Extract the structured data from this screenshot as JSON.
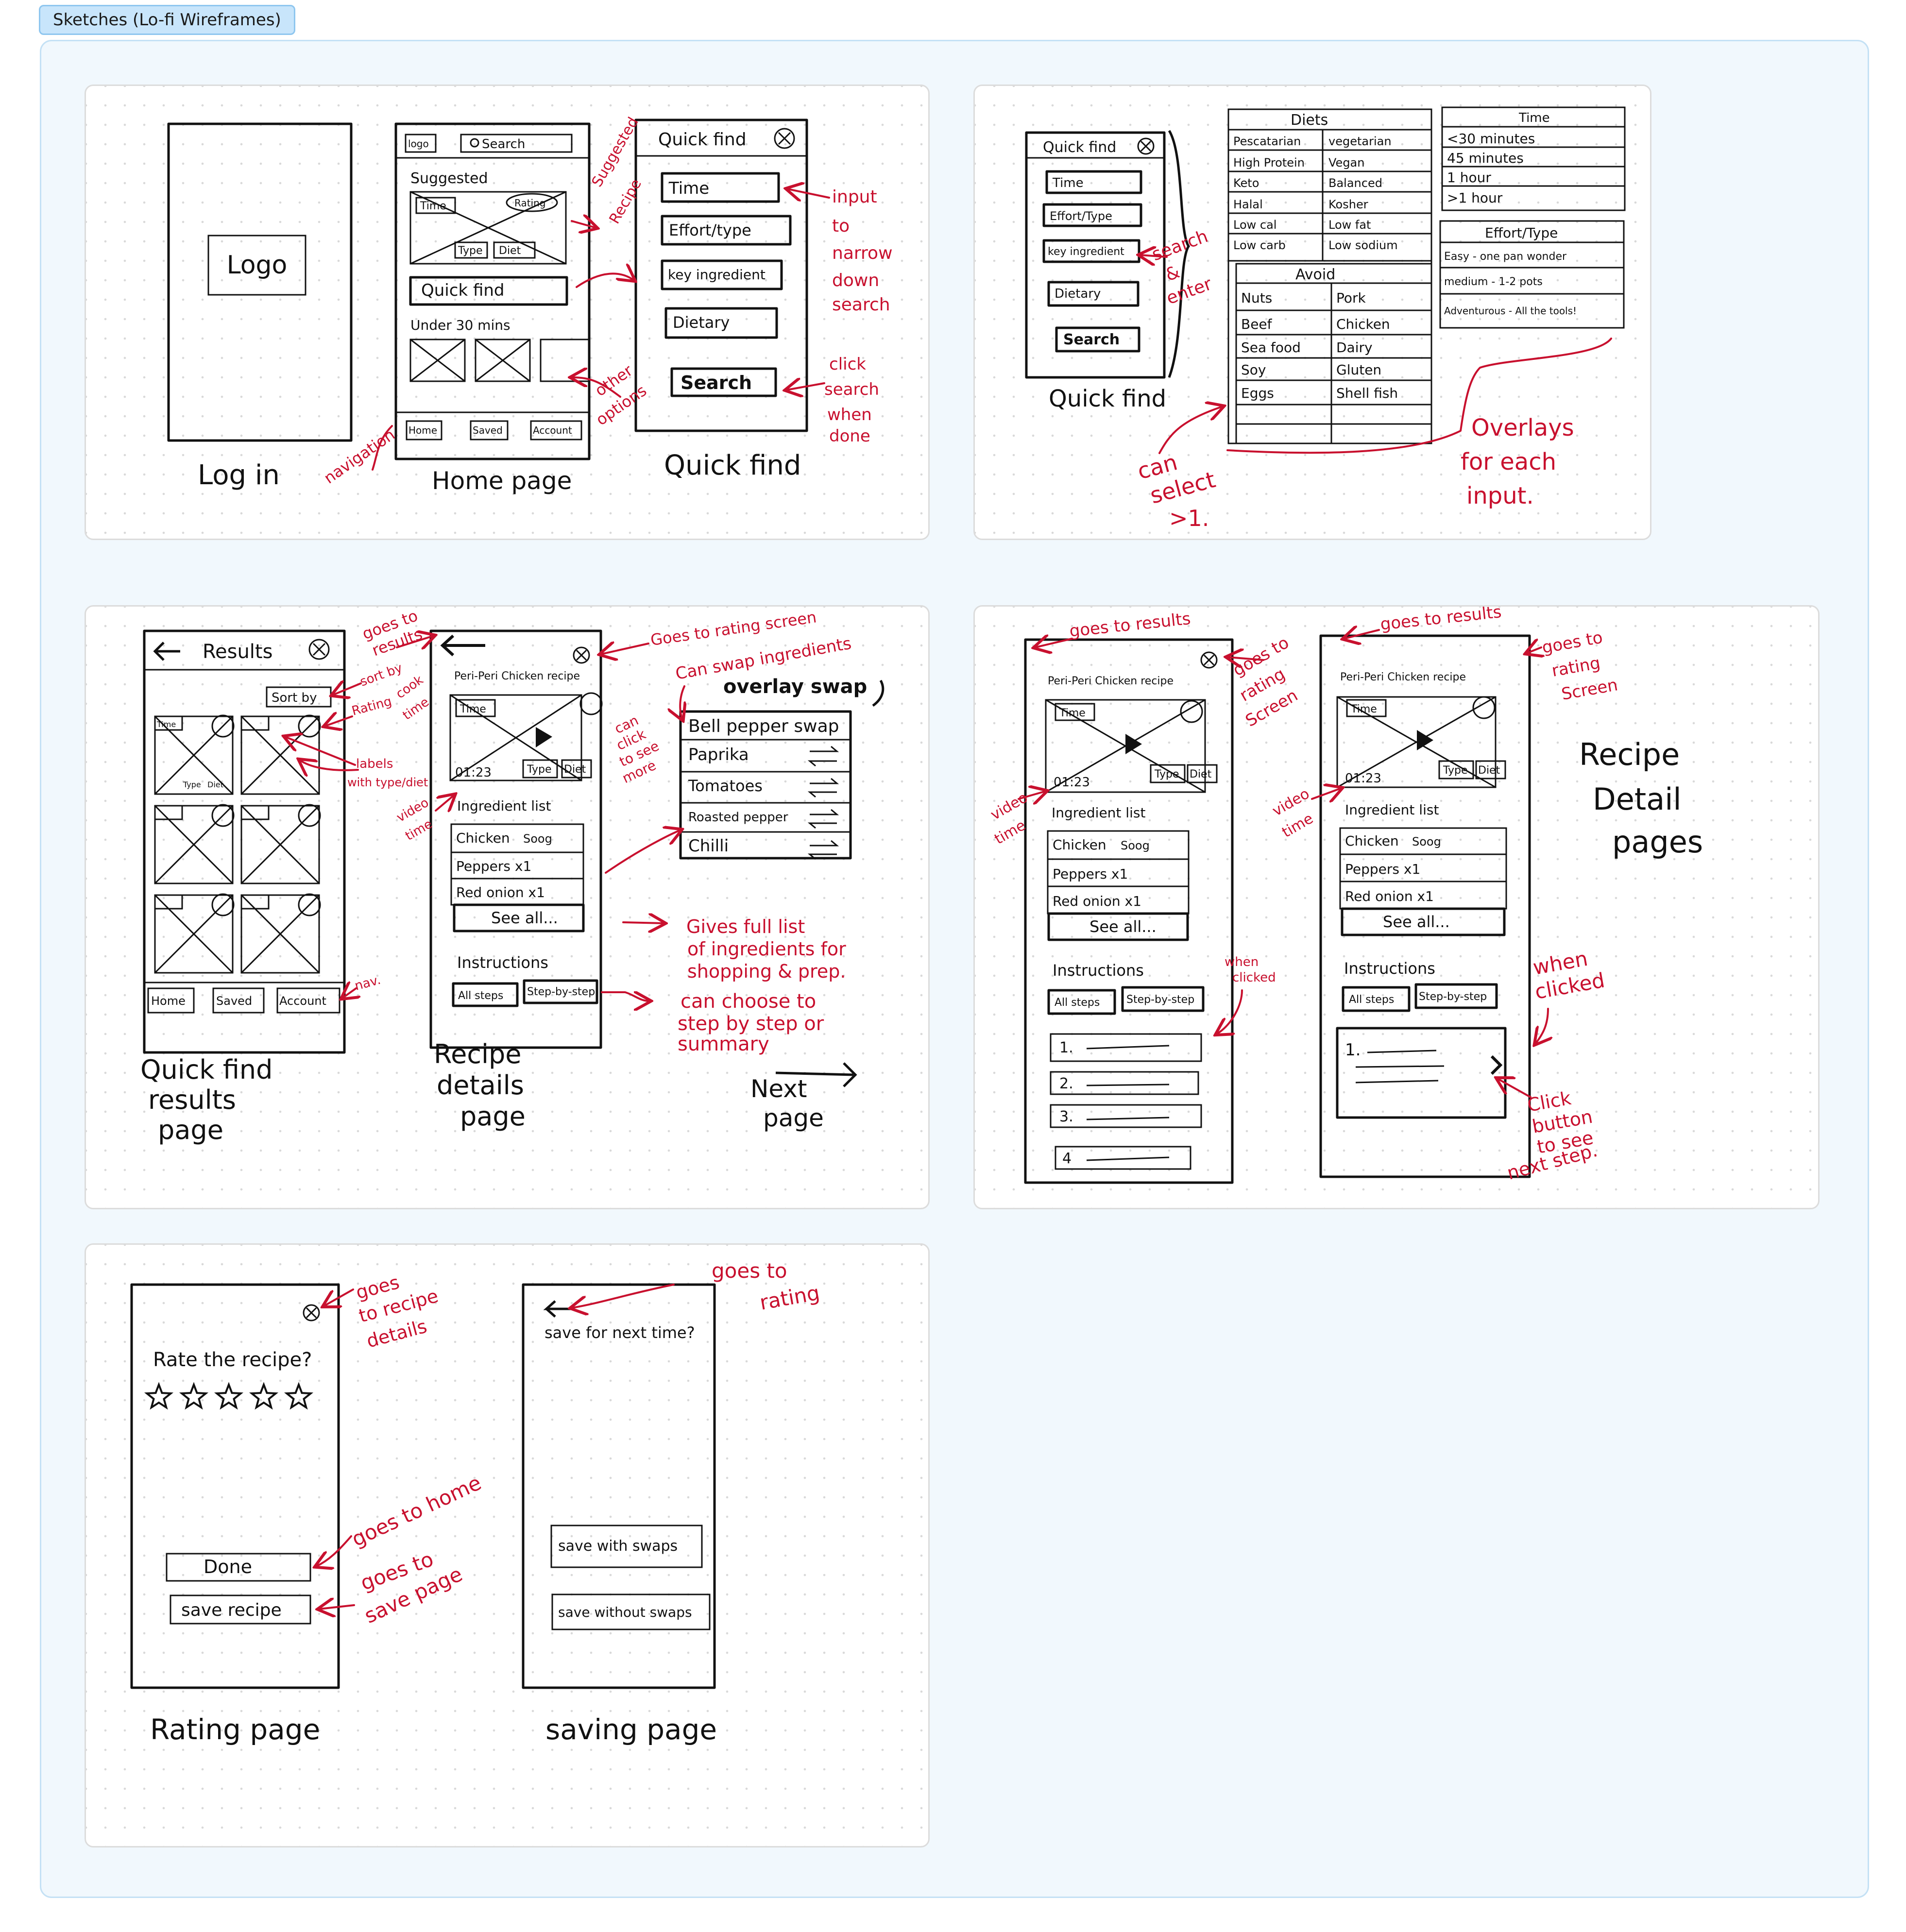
{
  "section": {
    "title": "Sketches (Lo-fi Wireframes)"
  },
  "colors": {
    "ink": "#111111",
    "annotation": "#c8102e",
    "section_bg": "#f1f8fd",
    "tab_bg": "#c8e5fb"
  },
  "frame1": {
    "login": {
      "logo": "Logo",
      "caption": "Log in"
    },
    "home": {
      "logo": "logo",
      "search": "Search",
      "suggested": "Suggested",
      "time": "Time",
      "rating": "Rating",
      "type": "Type",
      "diet": "Diet",
      "quick_find": "Quick find",
      "under30": "Under 30 mins",
      "nav_home": "Home",
      "nav_saved": "Saved",
      "nav_account": "Account",
      "caption": "Home page"
    },
    "quick": {
      "title": "Quick find",
      "time": "Time",
      "effort": "Effort/type",
      "key_ingredient": "key ingredient",
      "dietary": "Dietary",
      "search": "Search",
      "caption": "Quick find"
    },
    "notes": {
      "suggested": [
        "Suggested",
        "Recipe"
      ],
      "input": [
        "input",
        "to",
        "narrow",
        "down",
        "search"
      ],
      "other": [
        "other",
        "options"
      ],
      "click": [
        "click",
        "search",
        "when",
        "done"
      ],
      "navigation": "navigation"
    }
  },
  "frame2": {
    "quick": {
      "title": "Quick find",
      "time": "Time",
      "effort": "Effort/Type",
      "key_ingredient": "key ingredient",
      "dietary": "Dietary",
      "search": "Search",
      "caption": "Quick find"
    },
    "diets": {
      "title": "Diets",
      "items": [
        "Pescatarian",
        "vegetarian",
        "High Protein",
        "Vegan",
        "Keto",
        "Balanced",
        "Halal",
        "Kosher",
        "Low cal",
        "Low fat",
        "Low carb",
        "Low sodium"
      ]
    },
    "avoid": {
      "title": "Avoid",
      "items": [
        "Nuts",
        "Pork",
        "Beef",
        "Chicken",
        "Sea food",
        "Dairy",
        "Soy",
        "Gluten",
        "Eggs",
        "Shell fish"
      ]
    },
    "time": {
      "title": "Time",
      "items": [
        "<30 minutes",
        "45 minutes",
        "1 hour",
        ">1 hour"
      ]
    },
    "effort": {
      "title": "Effort/Type",
      "items": [
        "Easy - one pan wonder",
        "medium - 1-2 pots",
        "Adventurous - All the tools!"
      ]
    },
    "notes": {
      "search_enter": [
        "search",
        "&",
        "enter"
      ],
      "select": [
        "can",
        "select",
        ">1."
      ],
      "overlays": [
        "Overlays",
        "for each",
        "input."
      ]
    }
  },
  "frame3": {
    "results": {
      "title": "Results",
      "sort": "Sort by",
      "time": "Time",
      "type": "Type",
      "diet": "Diet",
      "nav_home": "Home",
      "nav_saved": "Saved",
      "nav_account": "Account",
      "caption": [
        "Quick find",
        "results",
        "page"
      ]
    },
    "recipe": {
      "title": "Peri-Peri Chicken recipe",
      "time": "Time",
      "type": "Type",
      "diet": "Diet",
      "video_time": "01:23",
      "ingredients_label": "Ingredient list",
      "ing1": "Chicken",
      "ing1b": "Soog",
      "ing2": "Peppers x1",
      "ing3": "Red onion x1",
      "see_all": "See all...",
      "instructions": "Instructions",
      "all_steps": "All steps",
      "step_by_step": "Step-by-step",
      "caption": [
        "Recipe",
        "details",
        "page"
      ]
    },
    "swap": {
      "heading": "overlay swap",
      "title": "Bell pepper swap",
      "items": [
        "Paprika",
        "Tomatoes",
        "Roasted pepper",
        "Chilli"
      ]
    },
    "notes": {
      "goes_results": [
        "goes to",
        "results"
      ],
      "sort": "sort by",
      "rating": "Rating",
      "cook": [
        "cook",
        "time"
      ],
      "labels": [
        "labels",
        "with type/diet"
      ],
      "nav": "nav.",
      "goes_rating": "Goes to rating screen",
      "swap_ing": "Can swap ingredients",
      "click_more": [
        "can",
        "click",
        "to see",
        "more"
      ],
      "video": [
        "video",
        "time"
      ],
      "full_list": [
        "Gives full list",
        "of ingredients for",
        "shopping & prep."
      ],
      "choose": [
        "can choose to",
        "step by step or",
        "summary"
      ],
      "next": [
        "Next",
        "page"
      ]
    }
  },
  "frame4": {
    "recipe": {
      "title": "Peri-Peri Chicken recipe",
      "time": "Time",
      "type": "Type",
      "diet": "Diet",
      "video_time": "01:23",
      "ingredients_label": "Ingredient list",
      "ing1": "Chicken",
      "ing1b": "Soog",
      "ing2": "Peppers x1",
      "ing3": "Red onion x1",
      "see_all": "See all...",
      "instructions": "Instructions",
      "all_steps": "All steps",
      "step_by_step": "Step-by-step"
    },
    "steps_a": [
      "1.",
      "2.",
      "3.",
      "4"
    ],
    "step_b": "1.",
    "title": [
      "Recipe",
      "Detail",
      "pages"
    ],
    "notes": {
      "goes_results": "goes to results",
      "goes_rating": [
        "goes to",
        "rating",
        "Screen"
      ],
      "video": [
        "video",
        "time"
      ],
      "when_clicked": [
        "when",
        "clicked"
      ],
      "click_button": [
        "Click",
        "button",
        "to see",
        "next step."
      ]
    }
  },
  "frame5": {
    "rating": {
      "question": "Rate the recipe?",
      "stars": 5,
      "done": "Done",
      "save": "save recipe",
      "caption": "Rating page"
    },
    "saving": {
      "question": "save for next time?",
      "with": "save with swaps",
      "without": "save without swaps",
      "caption": "saving page"
    },
    "notes": {
      "to_details": [
        "goes",
        "to recipe",
        "details"
      ],
      "to_home": "goes to home",
      "to_save": [
        "goes to",
        "save page"
      ],
      "to_rating": [
        "goes to",
        "rating"
      ]
    }
  }
}
